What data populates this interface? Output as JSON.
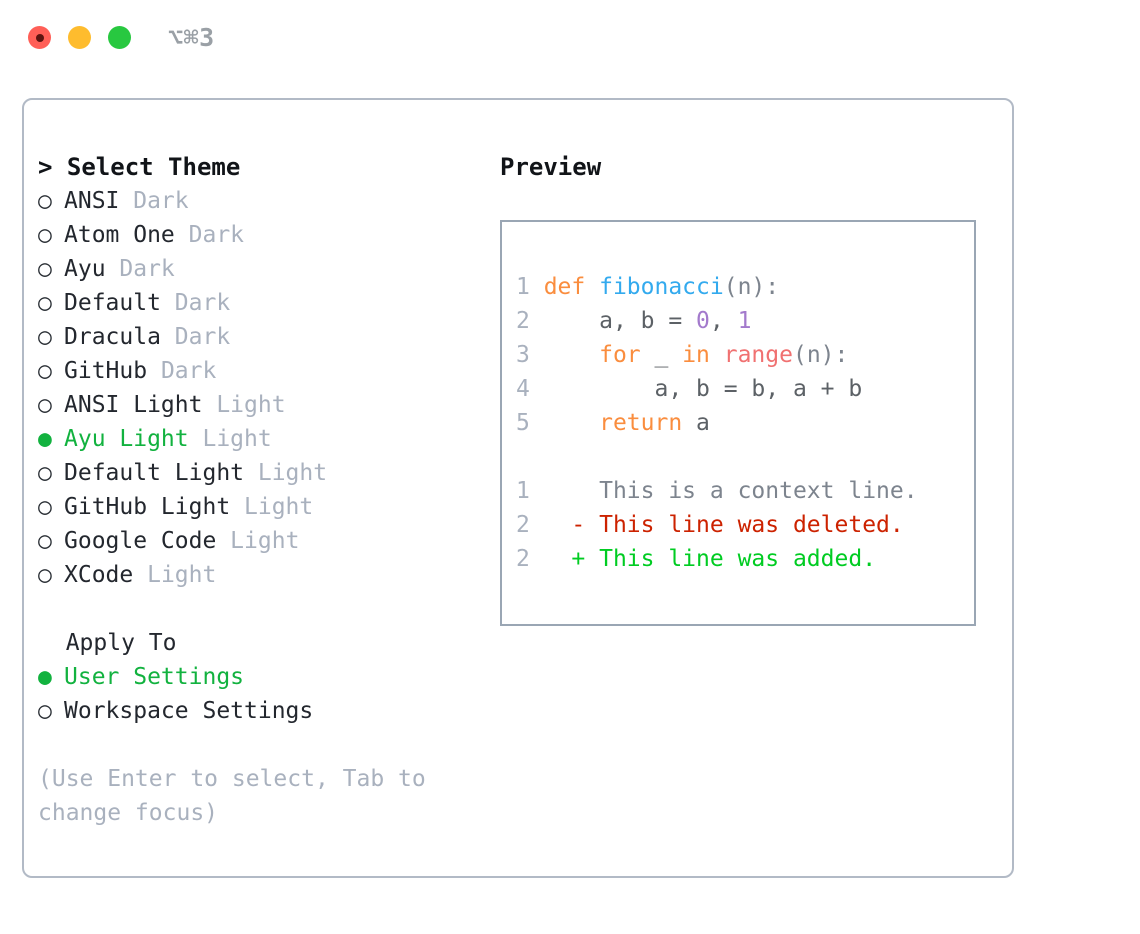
{
  "window": {
    "traffic_lights": [
      "close",
      "minimize",
      "maximize"
    ],
    "shortcut_label": "⌥⌘3",
    "colors": {
      "close": "#ff5f57",
      "minimize": "#febc2e",
      "maximize": "#28c840",
      "panel_border": "#b2bac6",
      "accent_green": "#12b23f",
      "muted_gray": "#a9b1be"
    }
  },
  "theme_picker": {
    "heading_prefix": "> ",
    "heading": "Select Theme",
    "bullet_selected": "●",
    "bullet_unselected": "○",
    "items": [
      {
        "bullet": "○",
        "name": "ANSI",
        "suffix": "Dark",
        "selected": false
      },
      {
        "bullet": "○",
        "name": "Atom One",
        "suffix": "Dark",
        "selected": false
      },
      {
        "bullet": "○",
        "name": "Ayu",
        "suffix": "Dark",
        "selected": false
      },
      {
        "bullet": "○",
        "name": "Default",
        "suffix": "Dark",
        "selected": false
      },
      {
        "bullet": "○",
        "name": "Dracula",
        "suffix": "Dark",
        "selected": false
      },
      {
        "bullet": "○",
        "name": "GitHub",
        "suffix": "Dark",
        "selected": false
      },
      {
        "bullet": "○",
        "name": "ANSI Light",
        "suffix": "Light",
        "selected": false
      },
      {
        "bullet": "●",
        "name": "Ayu Light",
        "suffix": "Light",
        "selected": true
      },
      {
        "bullet": "○",
        "name": "Default Light",
        "suffix": "Light",
        "selected": false
      },
      {
        "bullet": "○",
        "name": "GitHub Light",
        "suffix": "Light",
        "selected": false
      },
      {
        "bullet": "○",
        "name": "Google Code",
        "suffix": "Light",
        "selected": false
      },
      {
        "bullet": "○",
        "name": "XCode",
        "suffix": "Light",
        "selected": false
      }
    ]
  },
  "apply_to": {
    "heading": "Apply To",
    "items": [
      {
        "bullet": "●",
        "label": "User Settings",
        "selected": true
      },
      {
        "bullet": "○",
        "label": "Workspace Settings",
        "selected": false
      }
    ]
  },
  "hint": "(Use Enter to select, Tab to change focus)",
  "preview": {
    "title": "Preview",
    "code_lines": [
      {
        "number": "1",
        "tokens": [
          {
            "text": "def ",
            "kind": "kw"
          },
          {
            "text": "fibonacci",
            "kind": "fn"
          },
          {
            "text": "(n):",
            "kind": "punc"
          }
        ]
      },
      {
        "number": "2",
        "tokens": [
          {
            "text": "    a, b = ",
            "kind": "ident"
          },
          {
            "text": "0",
            "kind": "num"
          },
          {
            "text": ", ",
            "kind": "ident"
          },
          {
            "text": "1",
            "kind": "num"
          }
        ]
      },
      {
        "number": "3",
        "tokens": [
          {
            "text": "    for ",
            "kind": "kw"
          },
          {
            "text": "_ ",
            "kind": "ident"
          },
          {
            "text": "in ",
            "kind": "kw"
          },
          {
            "text": "range",
            "kind": "call"
          },
          {
            "text": "(n):",
            "kind": "punc"
          }
        ]
      },
      {
        "number": "4",
        "tokens": [
          {
            "text": "        a, b = b, a + b",
            "kind": "ident"
          }
        ]
      },
      {
        "number": "5",
        "tokens": [
          {
            "text": "    return ",
            "kind": "kw"
          },
          {
            "text": "a",
            "kind": "ident"
          }
        ]
      }
    ],
    "diff_lines": [
      {
        "number": "1",
        "marker": " ",
        "text": " This is a context line.",
        "kind": "ctx"
      },
      {
        "number": "2",
        "marker": "-",
        "text": " This line was deleted.",
        "kind": "del"
      },
      {
        "number": "2",
        "marker": "+",
        "text": " This line was added.",
        "kind": "add"
      }
    ]
  }
}
